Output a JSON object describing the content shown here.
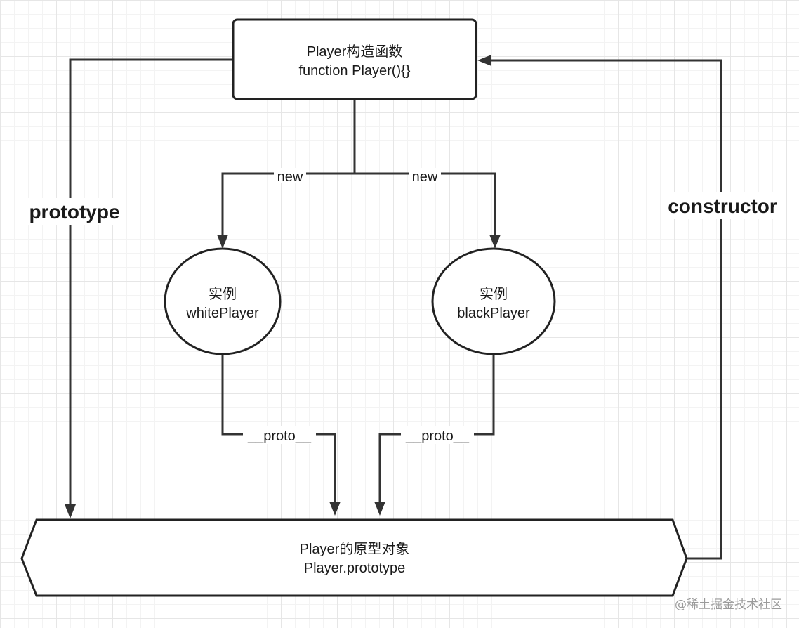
{
  "nodes": {
    "constructor_box": {
      "line1": "Player构造函数",
      "line2": "function Player(){}"
    },
    "white_instance": {
      "line1": "实例",
      "line2": "whitePlayer"
    },
    "black_instance": {
      "line1": "实例",
      "line2": "blackPlayer"
    },
    "prototype_object": {
      "line1": "Player的原型对象",
      "line2": "Player.prototype"
    }
  },
  "edges": {
    "new_left": "new",
    "new_right": "new",
    "proto_left": "__proto__",
    "proto_right": "__proto__",
    "prototype": "prototype",
    "constructor": "constructor"
  },
  "watermark": "@稀土掘金技术社区",
  "colors": {
    "stroke": "#222222",
    "grid_major": "#e6e6e6",
    "grid_minor": "#f3f3f3",
    "watermark": "#9a9a9a"
  }
}
